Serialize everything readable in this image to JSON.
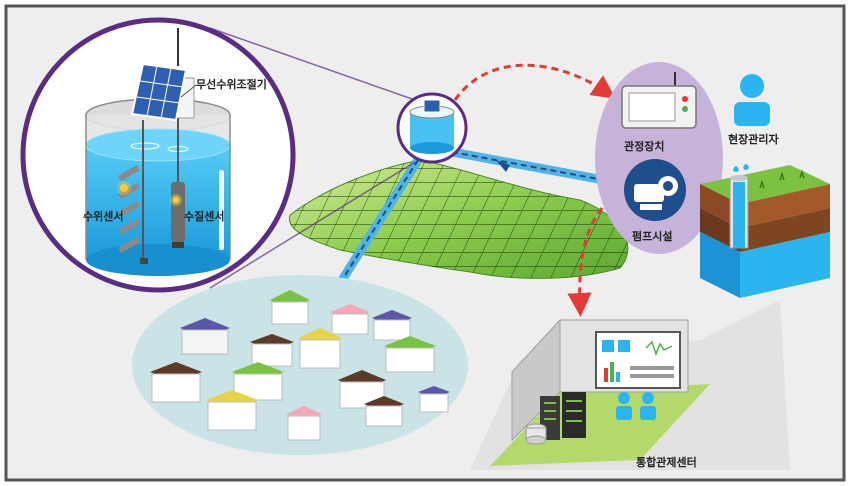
{
  "labels": {
    "wireless_controller": "무선수위조절기",
    "level_sensor": "수위센서",
    "quality_sensor": "수질센서",
    "control_device": "관정장치",
    "field_manager": "현장관리자",
    "pump_facility": "펌프시설",
    "control_center": "통합관제센터"
  },
  "colors": {
    "frame_border": "#555555",
    "background": "#eeeeee",
    "water": "#29b6f0",
    "purple": "#5a2d82",
    "lavender": "#c7b3d9",
    "red_arrow": "#e53935",
    "pipe": "#4fb3e3",
    "terrain_green": "#7cc242",
    "pump_blue": "#1e4e8c"
  }
}
